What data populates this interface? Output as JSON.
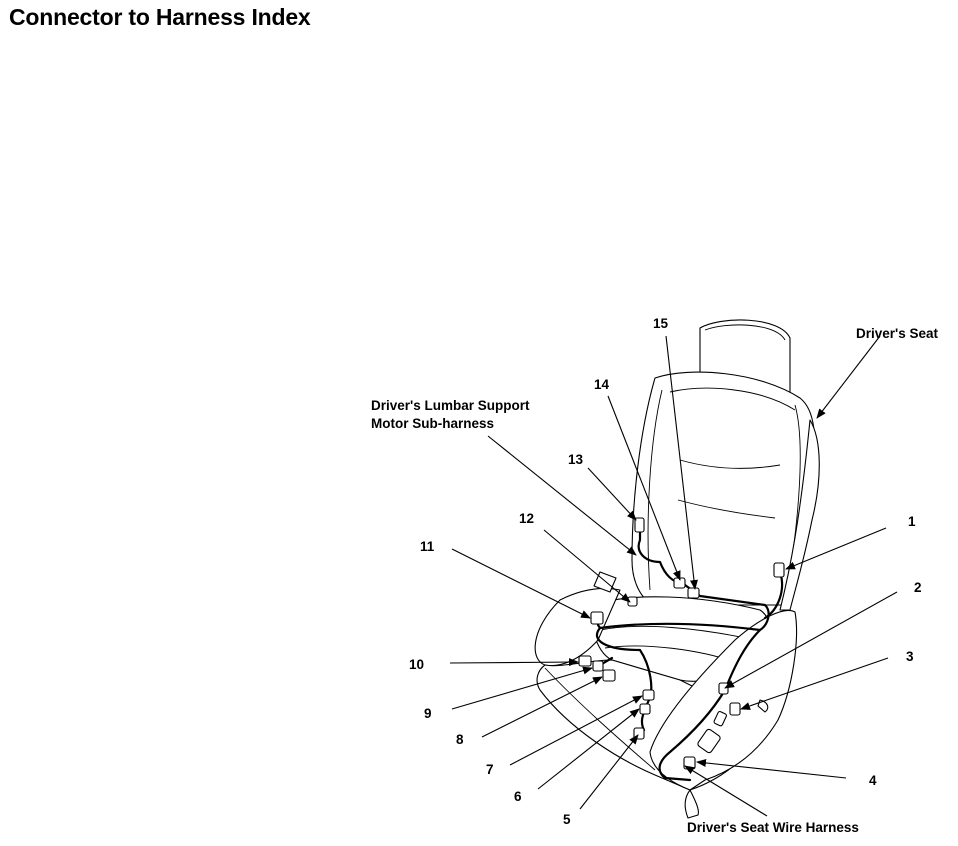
{
  "title": "Connector to Harness Index",
  "labels": {
    "drivers_seat": "Driver's Seat",
    "lumbar_line1": "Driver's Lumbar Support",
    "lumbar_line2": "Motor Sub-harness",
    "seat_wire_harness": "Driver's Seat Wire Harness",
    "n1": "1",
    "n2": "2",
    "n3": "3",
    "n4": "4",
    "n5": "5",
    "n6": "6",
    "n7": "7",
    "n8": "8",
    "n9": "9",
    "n10": "10",
    "n11": "11",
    "n12": "12",
    "n13": "13",
    "n14": "14",
    "n15": "15"
  }
}
